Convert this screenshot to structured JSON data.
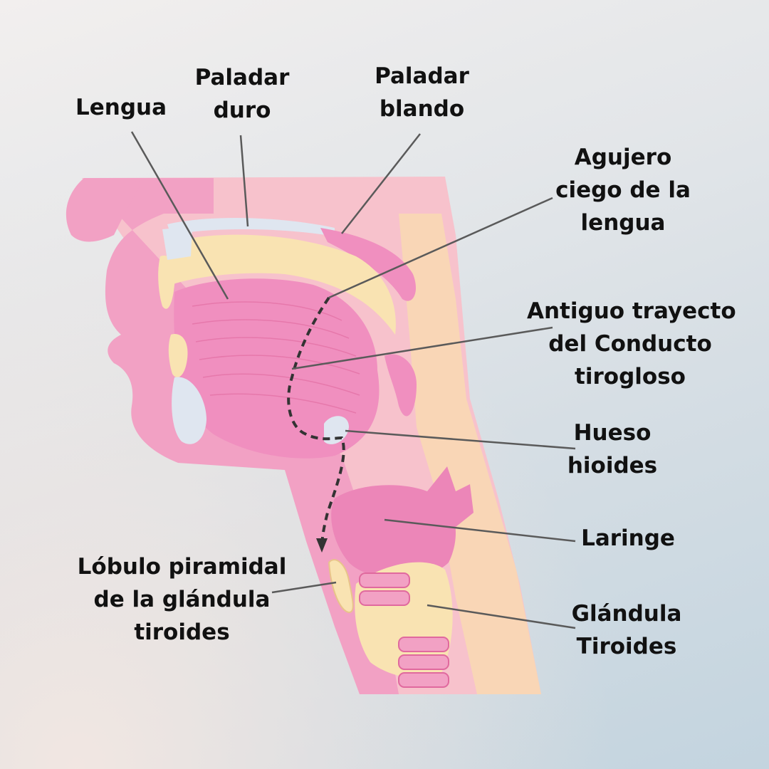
{
  "labels": {
    "lengua": [
      "Lengua"
    ],
    "paladar_duro": [
      "Paladar",
      "duro"
    ],
    "paladar_blando": [
      "Paladar",
      "blando"
    ],
    "agujero_ciego": [
      "Agujero",
      "ciego de la",
      "lengua"
    ],
    "antiguo_trayecto": [
      "Antiguo trayecto",
      "del Conducto",
      "tirogloso"
    ],
    "hueso_hioides": [
      "Hueso",
      "hioides"
    ],
    "laringe": [
      "Laringe"
    ],
    "lobulo_piramidal": [
      "Lóbulo piramidal",
      "de la glándula",
      "tiroides"
    ],
    "glandula_tiroides": [
      "Glándula",
      "Tiroides"
    ]
  },
  "colors": {
    "tissue_pink": "#f19ac4",
    "tissue_light": "#f6b6cf",
    "pale_yellow": "#f9e3b2",
    "bone_blue": "#dfe6f0",
    "line": "#5a5a5a",
    "duct_dashes": "#333333"
  }
}
